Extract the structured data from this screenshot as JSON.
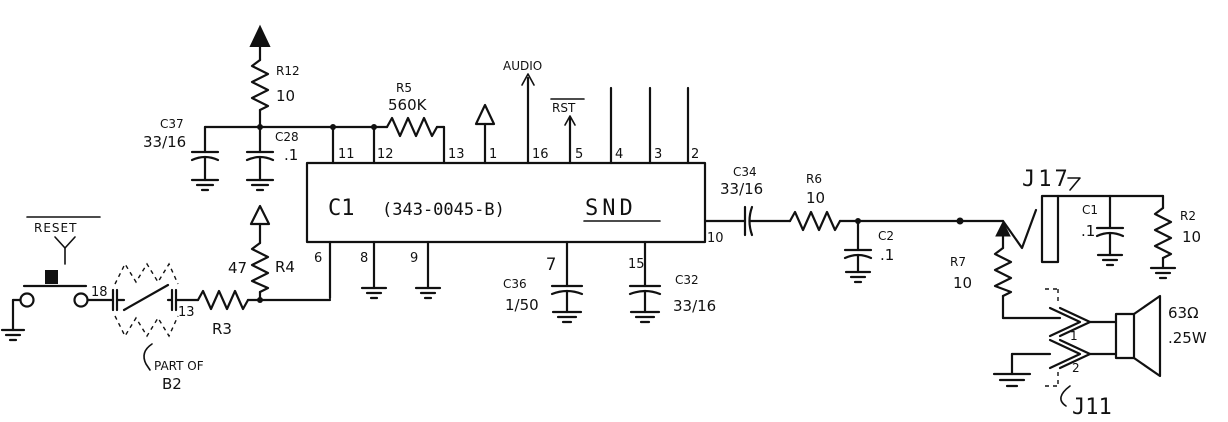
{
  "chip": {
    "ref": "C1",
    "part": "(343-0045-B)",
    "name": "SND"
  },
  "pins": {
    "p11": "11",
    "p12": "12",
    "p13": "13",
    "p1": "1",
    "p16": "16",
    "p5": "5",
    "p4": "4",
    "p3": "3",
    "p2": "2",
    "p6": "6",
    "p8": "8",
    "p9": "9",
    "p7": "7",
    "p15": "15",
    "p10": "10"
  },
  "signals": {
    "audio": "AUDIO",
    "rst": "RST",
    "reset": "RESET"
  },
  "parts": {
    "r12": {
      "ref": "R12",
      "value": "10"
    },
    "r5": {
      "ref": "R5",
      "value": "560K"
    },
    "c37": {
      "ref": "C37",
      "value": "33/16"
    },
    "c28": {
      "ref": "C28",
      "value": ".1"
    },
    "r4": {
      "ref": "R4",
      "value": "47"
    },
    "r3": {
      "ref": "R3"
    },
    "c36": {
      "ref": "C36",
      "value": "1/50"
    },
    "c32": {
      "ref": "C32",
      "value": "33/16"
    },
    "c34": {
      "ref": "C34",
      "value": "33/16"
    },
    "r6": {
      "ref": "R6",
      "value": "10"
    },
    "c2": {
      "ref": "C2",
      "value": ".1"
    },
    "r7": {
      "ref": "R7",
      "value": "10"
    },
    "c1": {
      "ref": "C1",
      "value": ".1"
    },
    "r2": {
      "ref": "R2",
      "value": "10"
    },
    "j17": {
      "ref": "J17"
    },
    "j11": {
      "ref": "J11",
      "pin1": "1",
      "pin2": "2"
    },
    "speaker": {
      "impedance": "63Ω",
      "power": ".25W"
    },
    "b2": {
      "pin_a": "18",
      "pin_b": "13",
      "note_line1": "PART OF",
      "note_line2": "B2"
    }
  }
}
